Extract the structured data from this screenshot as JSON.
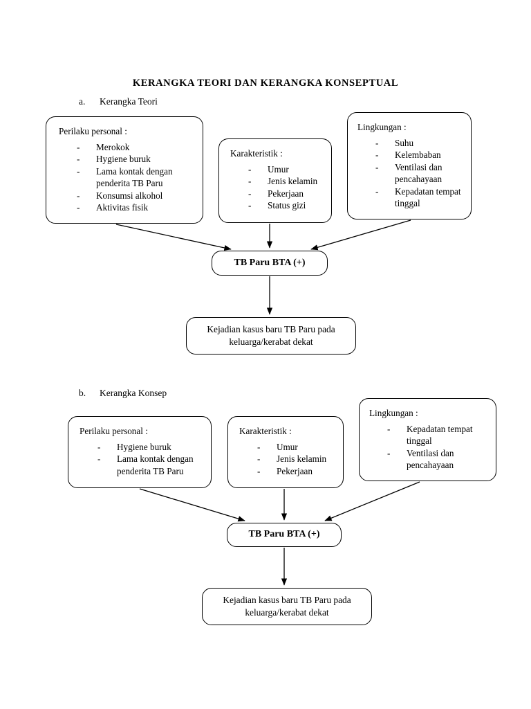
{
  "document": {
    "title": "KERANGKA TEORI DAN KERANGKA KONSEPTUAL"
  },
  "sections": [
    {
      "marker": "a.",
      "label": "Kerangka Teori",
      "nodes": {
        "perilaku": {
          "heading": "Perilaku personal :",
          "items": [
            "Merokok",
            "Hygiene buruk",
            "Lama kontak dengan penderita TB Paru",
            "Konsumsi alkohol",
            "Aktivitas fisik"
          ]
        },
        "karakteristik": {
          "heading": "Karakteristik :",
          "items": [
            "Umur",
            "Jenis kelamin",
            "Pekerjaan",
            "Status gizi"
          ]
        },
        "lingkungan": {
          "heading": "Lingkungan :",
          "items": [
            "Suhu",
            "Kelembaban",
            "Ventilasi dan pencahayaan",
            "Kepadatan tempat tinggal"
          ]
        },
        "primary": "TB Paru BTA (+)",
        "outcome": "Kejadian kasus baru TB Paru pada keluarga/kerabat dekat"
      }
    },
    {
      "marker": "b.",
      "label": "Kerangka Konsep",
      "nodes": {
        "perilaku": {
          "heading": "Perilaku personal :",
          "items": [
            "Hygiene buruk",
            "Lama kontak dengan penderita TB Paru"
          ]
        },
        "karakteristik": {
          "heading": "Karakteristik :",
          "items": [
            "Umur",
            "Jenis kelamin",
            "Pekerjaan"
          ]
        },
        "lingkungan": {
          "heading": "Lingkungan :",
          "items": [
            "Kepadatan tempat tinggal",
            "Ventilasi dan pencahayaan"
          ]
        },
        "primary": "TB Paru BTA (+)",
        "outcome": "Kejadian kasus baru TB Paru pada keluarga/kerabat dekat"
      }
    }
  ],
  "bullet_marker": "-",
  "colors": {
    "stroke": "#000000",
    "background": "#ffffff",
    "text": "#000000"
  }
}
